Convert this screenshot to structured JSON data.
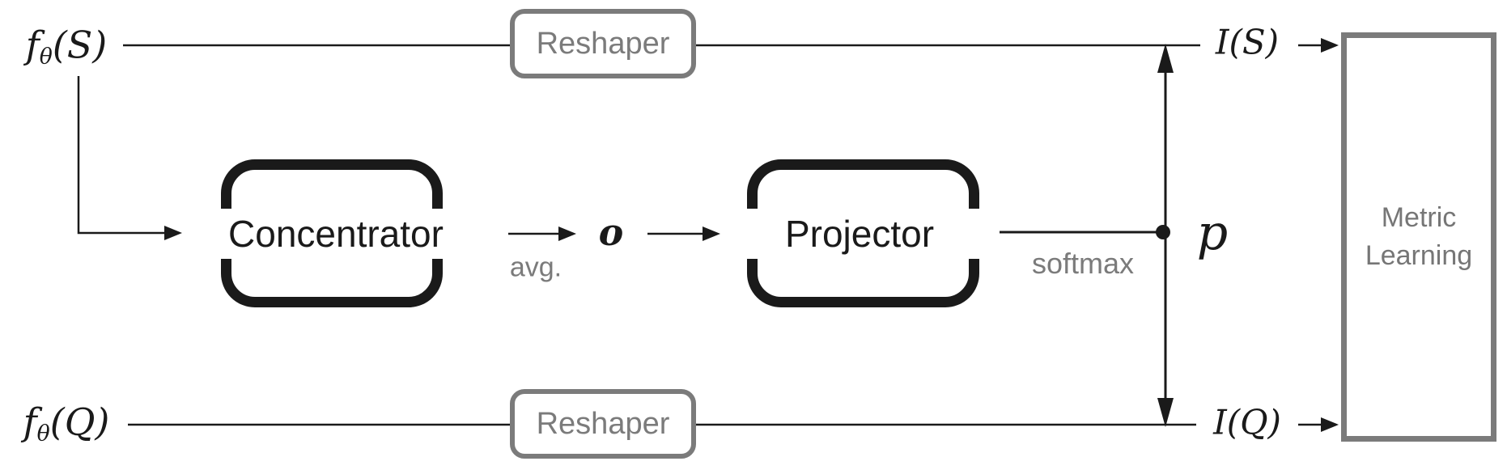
{
  "diagram": {
    "inputs": {
      "support": {
        "base": "f",
        "sub": "θ",
        "arg": "(S)"
      },
      "query": {
        "base": "f",
        "sub": "θ",
        "arg": "(Q)"
      }
    },
    "outputs": {
      "support": {
        "base": "I",
        "arg": "(S)"
      },
      "query": {
        "base": "I",
        "arg": "(Q)"
      }
    },
    "nodes": {
      "reshaper_top": "Reshaper",
      "reshaper_bottom": "Reshaper",
      "concentrator": "Concentrator",
      "projector": "Projector",
      "metric_line1": "Metric",
      "metric_line2": "Learning"
    },
    "edge_labels": {
      "avg": "avg.",
      "softmax": "softmax",
      "o": "o",
      "p": "p"
    },
    "colors": {
      "gray": "#7b7b7b",
      "black": "#1a1a1a"
    }
  }
}
